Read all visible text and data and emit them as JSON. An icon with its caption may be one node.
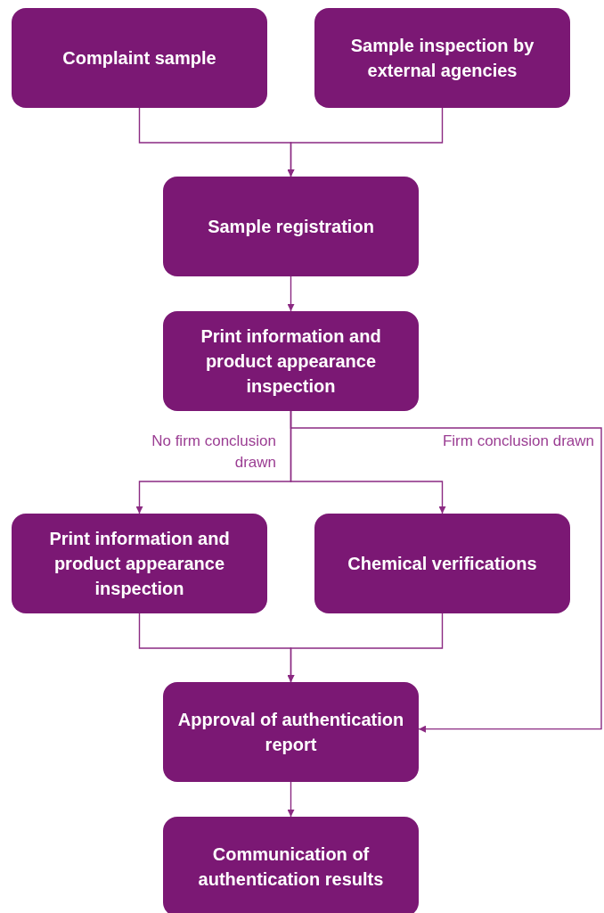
{
  "diagram": {
    "nodes": [
      {
        "text": [
          "Complaint sample"
        ]
      },
      {
        "text": [
          "Sample inspection by external agencies"
        ]
      },
      {
        "text": [
          "Sample registration"
        ]
      },
      {
        "text": [
          "Print information and product appearance inspection"
        ]
      },
      {
        "text": [
          "Print information and product appearance inspection"
        ]
      },
      {
        "text": [
          "Chemical verifications"
        ]
      },
      {
        "text": [
          "Approval of authentication report"
        ]
      },
      {
        "text": [
          "Communication of authentication results"
        ]
      }
    ],
    "edges": [
      {
        "from": 0,
        "to": 2,
        "arrow": "to"
      },
      {
        "from": 1,
        "to": 2,
        "arrow": "to"
      },
      {
        "from": 2,
        "to": 3,
        "arrow": "to"
      },
      {
        "from": 3,
        "to": 4,
        "arrow": "to",
        "label": "No firm conclusion drawn"
      },
      {
        "from": 3,
        "to": 5,
        "arrow": "to"
      },
      {
        "from": 3,
        "to": 6,
        "arrow": "to",
        "label": "Firm conclusion drawn"
      },
      {
        "from": 4,
        "to": 6,
        "arrow": "to"
      },
      {
        "from": 5,
        "to": 6,
        "arrow": "to"
      },
      {
        "from": 6,
        "to": 7,
        "arrow": "to"
      }
    ]
  }
}
